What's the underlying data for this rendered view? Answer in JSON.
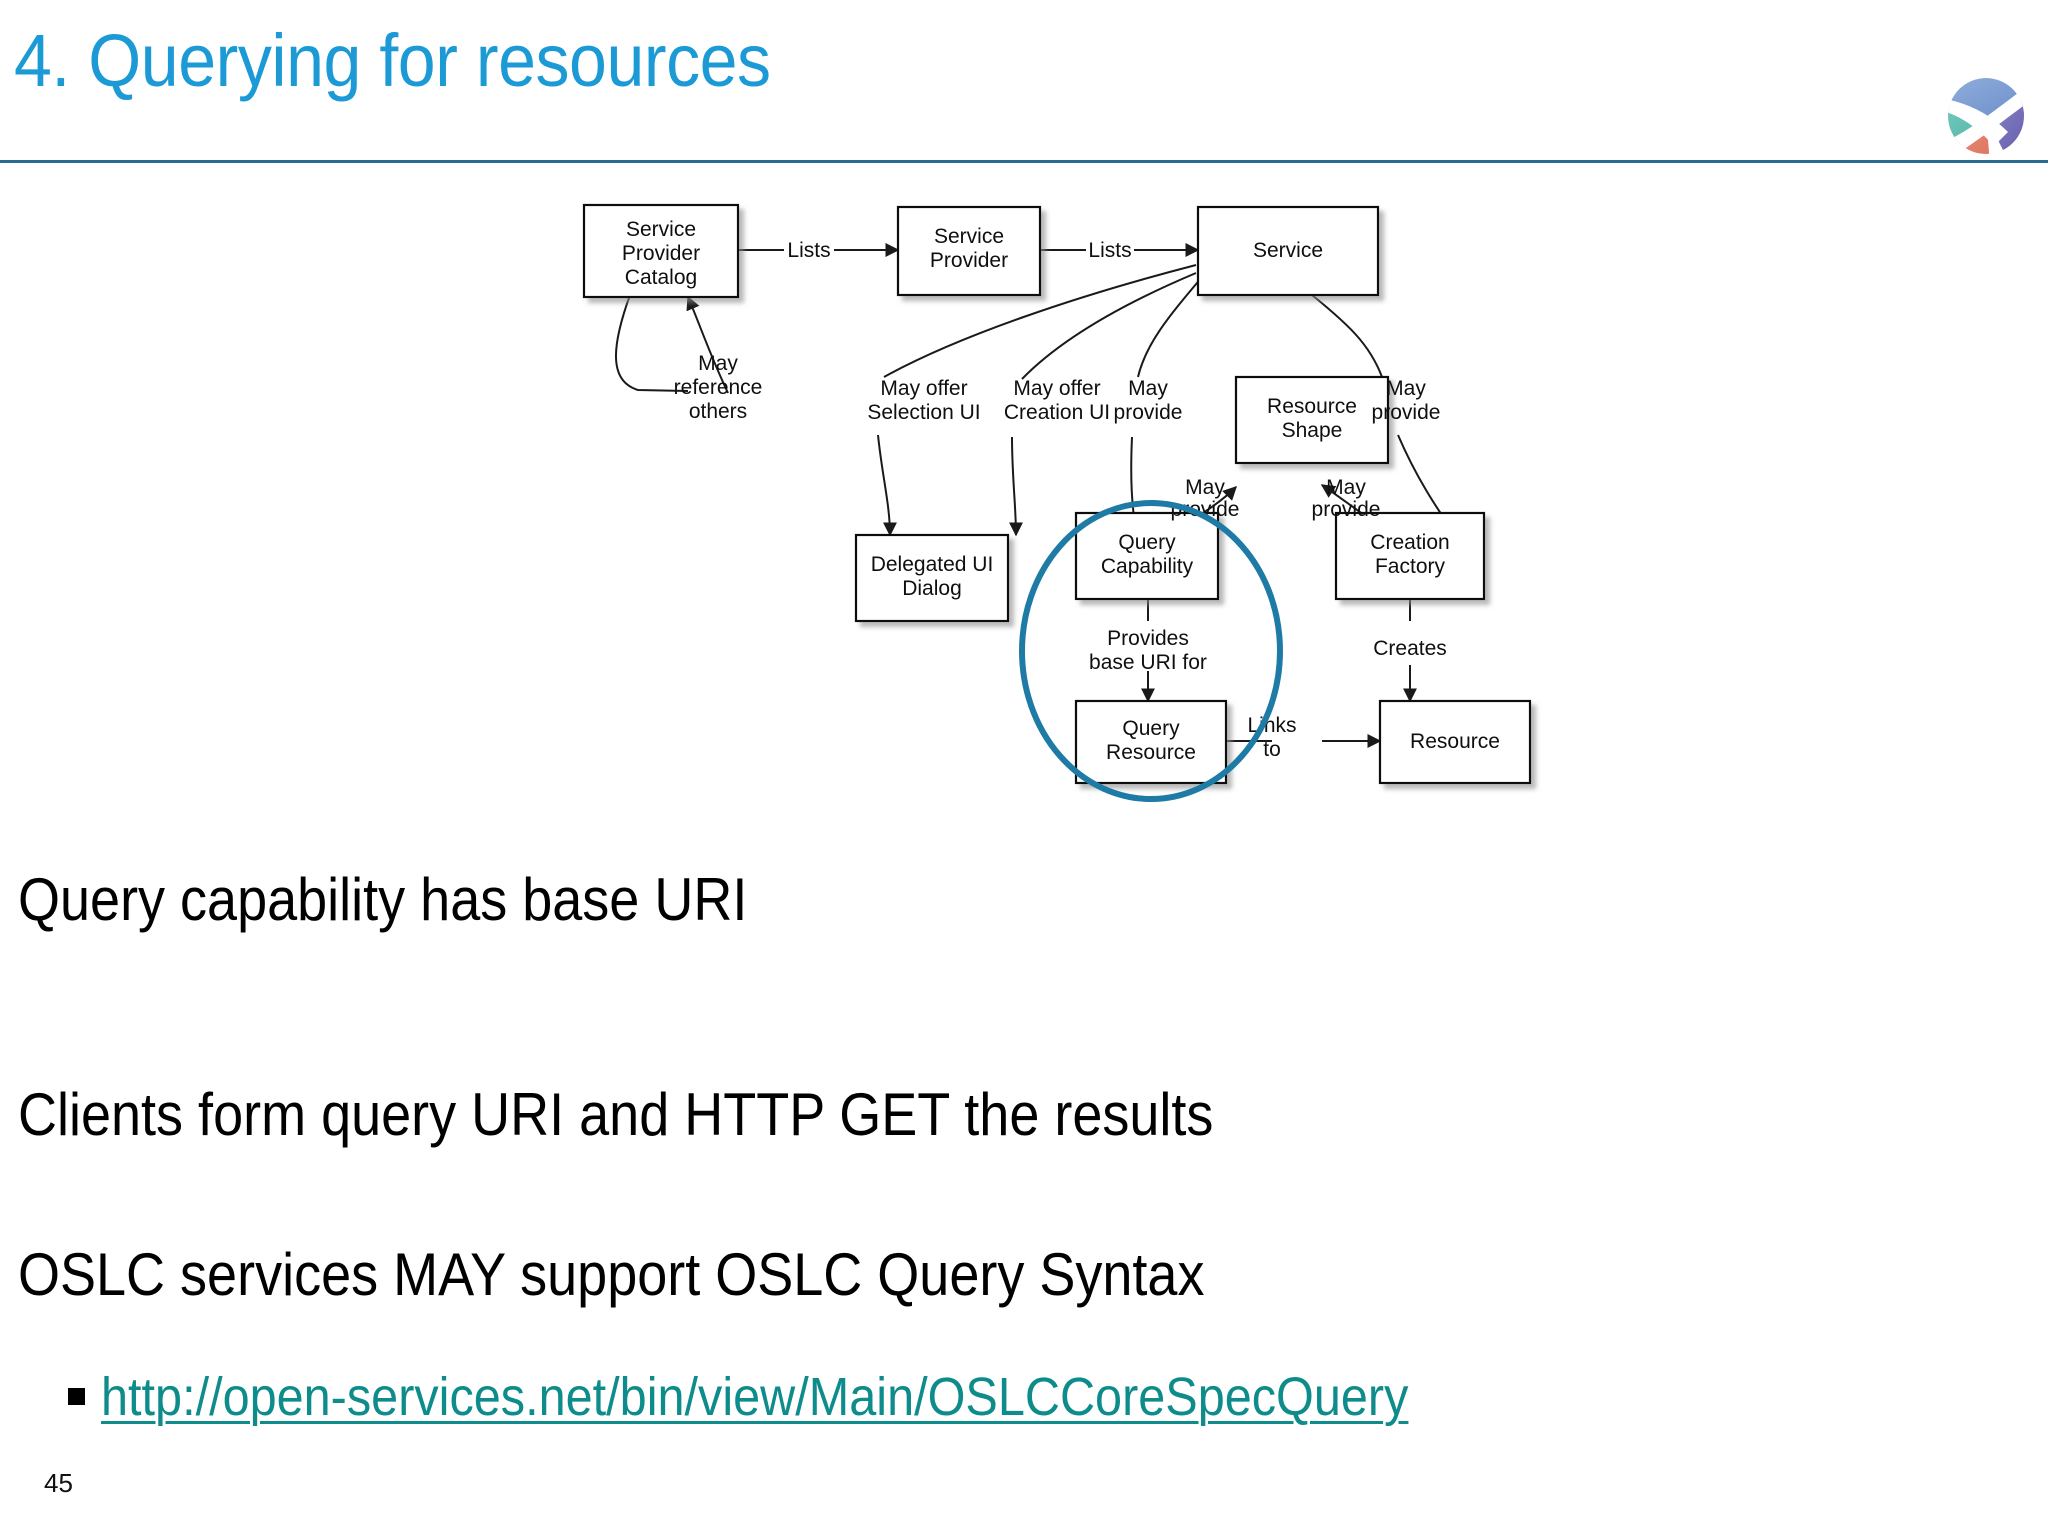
{
  "slide": {
    "title": "4. Querying for resources",
    "page_number": "45",
    "title_color": "#1C9AD6",
    "rule_color": "#2B6A92",
    "link_color": "#0E8C8C",
    "highlight_color": "#1E7BA6"
  },
  "body": {
    "line1": "Query capability has base URI",
    "line2": "Clients form query URI and HTTP GET the results",
    "line3": "OSLC services MAY support OSLC Query Syntax",
    "sub_bullet_link": "http://open-services.net/bin/view/Main/OSLCCoreSpecQuery"
  },
  "logo": {
    "name": "sphere-logo"
  },
  "diagram": {
    "nodes": {
      "service_provider_catalog": {
        "line1": "Service",
        "line2": "Provider",
        "line3": "Catalog"
      },
      "service_provider": {
        "line1": "Service",
        "line2": "Provider"
      },
      "service": {
        "line1": "Service"
      },
      "resource_shape": {
        "line1": "Resource",
        "line2": "Shape"
      },
      "delegated_ui_dialog": {
        "line1": "Delegated UI",
        "line2": "Dialog"
      },
      "query_capability": {
        "line1": "Query",
        "line2": "Capability"
      },
      "creation_factory": {
        "line1": "Creation",
        "line2": "Factory"
      },
      "query_resource": {
        "line1": "Query",
        "line2": "Resource"
      },
      "resource": {
        "line1": "Resource"
      }
    },
    "edge_labels": {
      "lists_1": "Lists",
      "lists_2": "Lists",
      "may_reference_others_l1": "May",
      "may_reference_others_l2": "reference",
      "may_reference_others_l3": "others",
      "may_offer_selection_ui_l1": "May offer",
      "may_offer_selection_ui_l2": "Selection UI",
      "may_offer_creation_ui_l1": "May offer",
      "may_offer_creation_ui_l2": "Creation UI",
      "may_provide_query_l1": "May",
      "may_provide_query_l2": "provide",
      "may_provide_factory_l1": "May",
      "may_provide_factory_l2": "provide",
      "may_provide_shape_left_l1": "May",
      "may_provide_shape_left_l2": "provide",
      "may_provide_shape_right_l1": "May",
      "may_provide_shape_right_l2": "provide",
      "provides_base_uri_l1": "Provides",
      "provides_base_uri_l2": "base URI for",
      "creates": "Creates",
      "links_to_l1": "Links",
      "links_to_l2": "to"
    }
  }
}
